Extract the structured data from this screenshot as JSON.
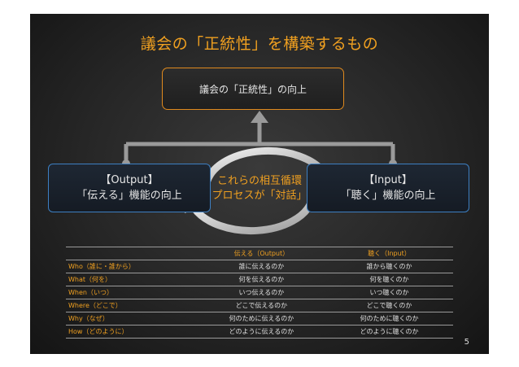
{
  "title": "議会の「正統性」を構築するもの",
  "top_box": {
    "label": "議会の「正統性」の向上"
  },
  "left_box": {
    "line1": "【Output】",
    "line2": "「伝える」機能の向上"
  },
  "right_box": {
    "line1": "【Input】",
    "line2": "「聴く」機能の向上"
  },
  "cycle": {
    "line1": "これらの相互循環",
    "line2": "プロセスが「対話」"
  },
  "table": {
    "headers": [
      "",
      "伝える（Output）",
      "聴く（Input）"
    ],
    "rows": [
      [
        "Who（誰に・誰から）",
        "誰に伝えるのか",
        "誰から聴くのか"
      ],
      [
        "What（何を）",
        "何を伝えるのか",
        "何を聴くのか"
      ],
      [
        "When（いつ）",
        "いつ伝えるのか",
        "いつ聴くのか"
      ],
      [
        "Where（どこで）",
        "どこで伝えるのか",
        "どこで聴くのか"
      ],
      [
        "Why（なぜ）",
        "何のために伝えるのか",
        "何のために聴くのか"
      ],
      [
        "How（どのように）",
        "どのように伝えるのか",
        "どのように聴くのか"
      ]
    ]
  },
  "page_number": "5",
  "colors": {
    "accent": "#f0a020",
    "top_border": "#e08a1e",
    "side_border": "#3d7fc2",
    "connector": "#9a9a9a"
  }
}
